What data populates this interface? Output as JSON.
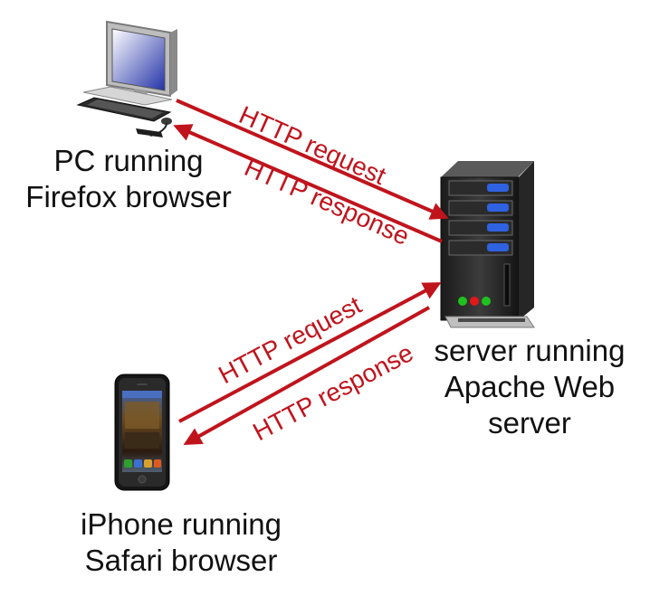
{
  "nodes": {
    "pc": {
      "line1": "PC running",
      "line2": "Firefox browser",
      "icon": "desktop-computer-icon"
    },
    "server": {
      "line1": "server running",
      "line2": "Apache Web",
      "line3": "server",
      "icon": "server-tower-icon"
    },
    "iphone": {
      "line1": "iPhone running",
      "line2": "Safari browser",
      "icon": "smartphone-icon"
    }
  },
  "messages": {
    "pc_request": "HTTP request",
    "pc_response": "HTTP response",
    "phone_request": "HTTP request",
    "phone_response": "HTTP response"
  },
  "colors": {
    "arrow": "#c0141c",
    "label_text": "#c0141c",
    "node_text": "#111111",
    "server_led_blue": "#2f62e0",
    "led_green": "#1ec21e",
    "led_red": "#e01818"
  }
}
